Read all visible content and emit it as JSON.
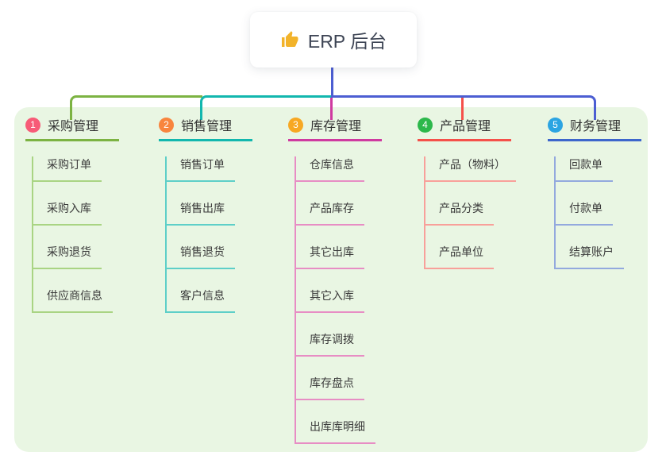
{
  "root": {
    "title": "ERP 后台",
    "icon": "thumbs-up-icon"
  },
  "colors": {
    "trunk": "#4c5ed2",
    "panel_bg": "#e9f6e3",
    "canvas_bg": "#ffffff",
    "root_text": "#3d4454",
    "node_text": "#3b3b3b"
  },
  "branches": [
    {
      "num": "1",
      "label": "采购管理",
      "colors": {
        "line": "#7cb342",
        "light": "#a9d483",
        "badge": "#f75b77"
      },
      "children": [
        "采购订单",
        "采购入库",
        "采购退货",
        "供应商信息"
      ]
    },
    {
      "num": "2",
      "label": "销售管理",
      "colors": {
        "line": "#12b7ae",
        "light": "#5ecfc8",
        "badge": "#f8853e"
      },
      "children": [
        "销售订单",
        "销售出库",
        "销售退货",
        "客户信息"
      ]
    },
    {
      "num": "3",
      "label": "库存管理",
      "colors": {
        "line": "#cf3aa0",
        "light": "#e78dc4",
        "badge": "#f7a823"
      },
      "children": [
        "仓库信息",
        "产品库存",
        "其它出库",
        "其它入库",
        "库存调拨",
        "库存盘点",
        "出库库明细"
      ]
    },
    {
      "num": "4",
      "label": "产品管理",
      "colors": {
        "line": "#f5504a",
        "light": "#f8a09a",
        "badge": "#2cb84b"
      },
      "children": [
        "产品（物料）",
        "产品分类",
        "产品单位"
      ]
    },
    {
      "num": "5",
      "label": "财务管理",
      "colors": {
        "line": "#3d66cc",
        "light": "#93a9de",
        "badge": "#2ba4e2"
      },
      "children": [
        "回款单",
        "付款单",
        "结算账户"
      ]
    }
  ]
}
